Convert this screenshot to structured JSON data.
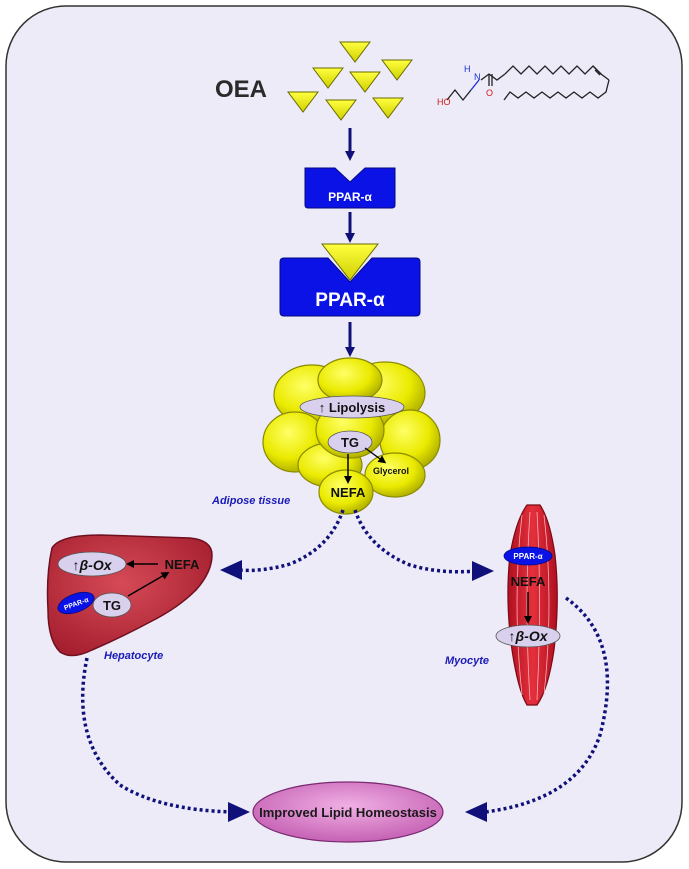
{
  "oea_label": "OEA",
  "molecule": {
    "ho_label": "HO",
    "n_label": "N",
    "h_label": "H",
    "o_label": "O"
  },
  "receptor_small_label": "PPAR-α",
  "receptor_large_label": "PPAR-α",
  "adipose": {
    "lipolysis_label": "↑ Lipolysis",
    "tg_label": "TG",
    "glycerol_label": "Glycerol",
    "nefa_label": "NEFA",
    "tissue_label": "Adipose tissue"
  },
  "liver": {
    "beta_ox_label": "↑β-Ox",
    "nefa_label": "NEFA",
    "ppar_label": "PPAR-α",
    "tg_label": "TG",
    "cell_label": "Hepatocyte"
  },
  "muscle": {
    "ppar_label": "PPAR-α",
    "nefa_label": "NEFA",
    "beta_ox_label": "↑β-Ox",
    "cell_label": "Myocyte"
  },
  "outcome_label": "Improved Lipid Homeostasis",
  "colors": {
    "panel_bg": "#ecebf7",
    "ligand_yellow": "#f2f200",
    "receptor_blue": "#0a12e6",
    "arrow_navy": "#10107a",
    "liver_red": "#c5303e",
    "outcome_pink": "#d873c2",
    "label_blue": "#1a1ab8"
  }
}
